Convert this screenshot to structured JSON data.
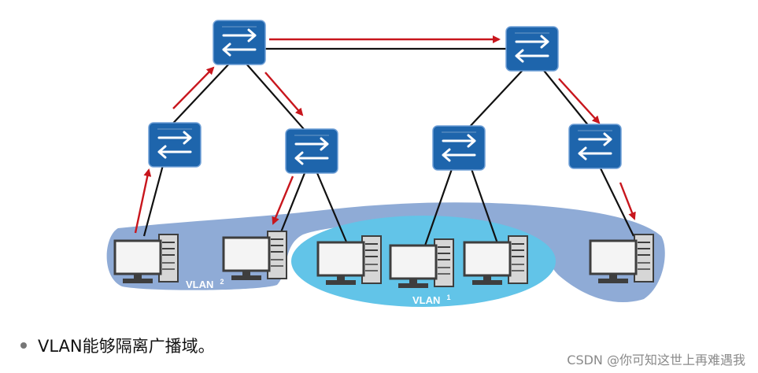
{
  "vlans": [
    {
      "name": "VLAN",
      "number": "2",
      "color": "#7f9fd0"
    },
    {
      "name": "VLAN",
      "number": "1",
      "color": "#62c4e8"
    }
  ],
  "switch_icon": "switch-arrows-icon",
  "host_icon": "desktop-computer-icon",
  "arrow_color": "#c8161d",
  "switch_color": "#1e65ac",
  "caption": "VLAN能够隔离广播域。",
  "watermark": "CSDN @你可知这世上再难遇我"
}
